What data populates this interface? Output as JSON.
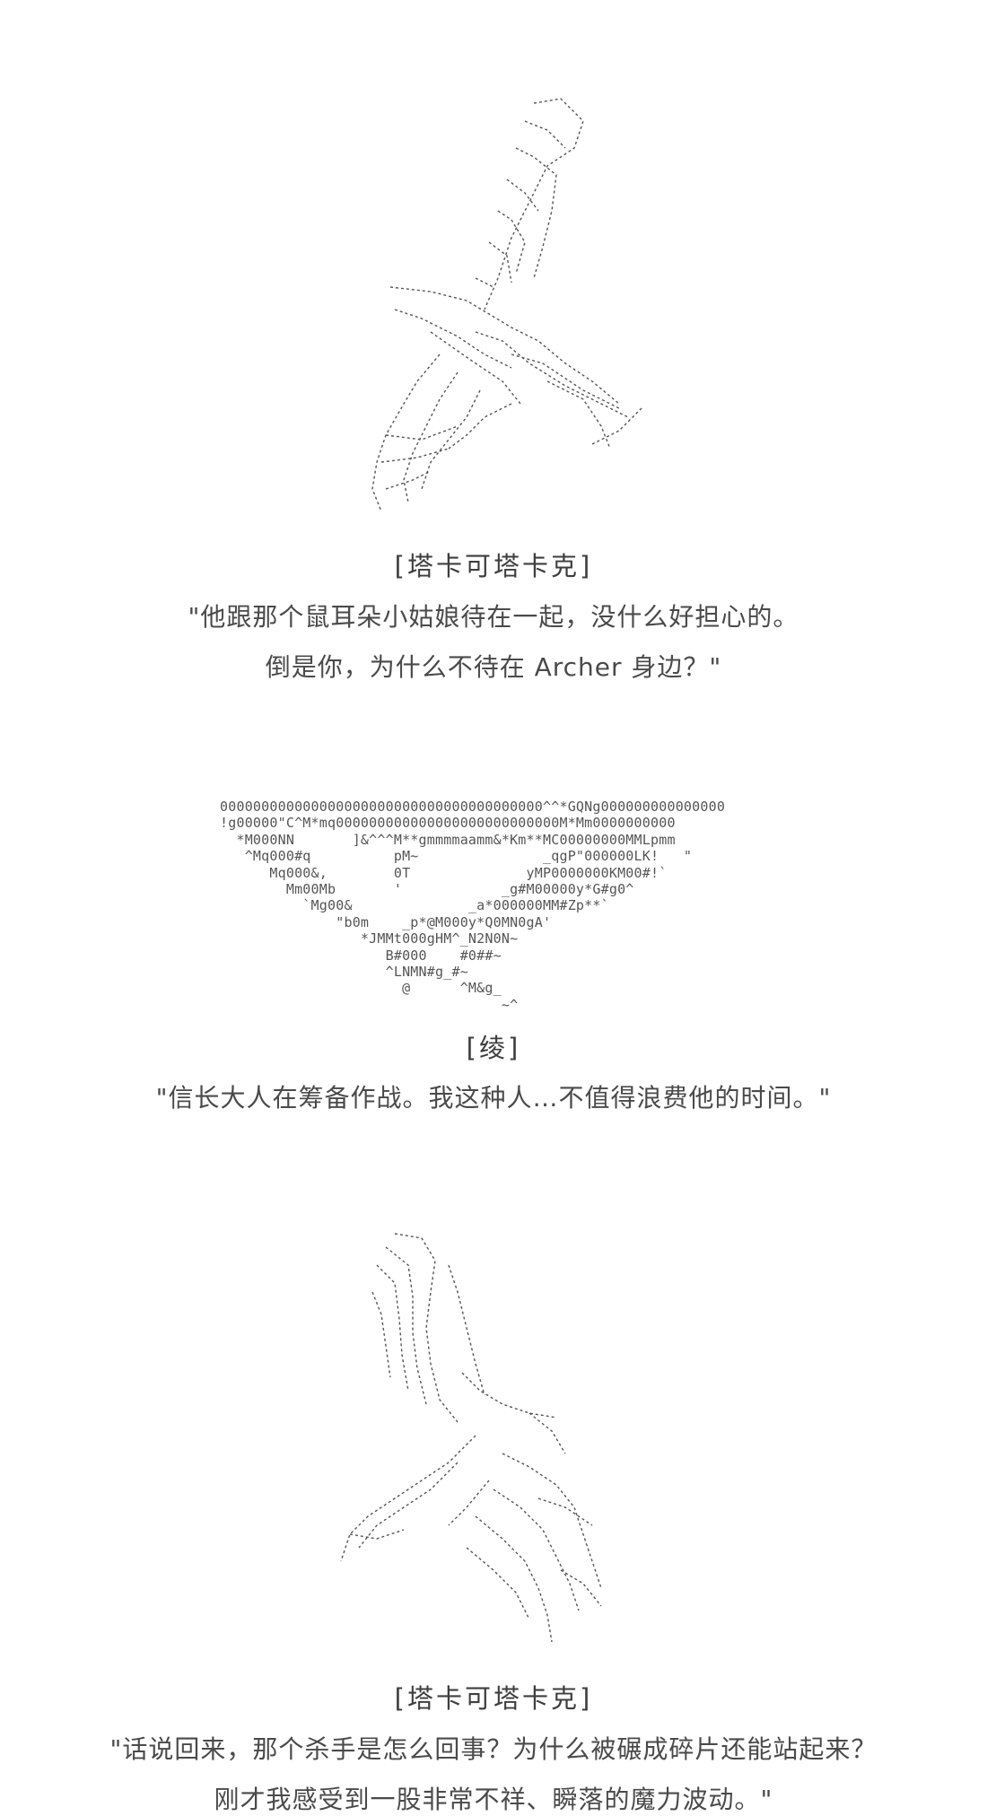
{
  "section1": {
    "speaker": "[塔卡可塔卡克]",
    "line1": "\"他跟那个鼠耳朵小姑娘待在一起，没什么好担心的。",
    "line2": "倒是你，为什么不待在 Archer 身边？\""
  },
  "section2": {
    "ascii_lines": [
      "000000000000000000000000000000000000000^^*GQNg000000000000000",
      "!g00000\"C^M*mq000000000000000000000000000M*Mm0000000000",
      "  *M000NN       ]&^^^M**gmmmmaamm&*Km**MC00000000MMLpmm",
      "   ^Mq000#q          pM~               _qgP\"000000LK!   \"",
      "      Mq000&,        0T              yMP0000000KM00#!`",
      "        Mm00Mb       '            _g#M00000y*G#g0^",
      "          `Mg00&              _a*000000MM#Zp**`",
      "              \"b0m    _p*@M000y*Q0MN0gA'",
      "                 *JMMt000gHM^_N2N0N~",
      "                    B#000    #0##~",
      "                    ^LNMN#g_#~",
      "                      @      ^M&g_",
      "                                  ~^"
    ],
    "speaker": "[绫]",
    "line1": "\"信长大人在筹备作战。我这种人…不值得浪费他的时间。\""
  },
  "section3": {
    "speaker": "[塔卡可塔卡克]",
    "line1": "\"话说回来，那个杀手是怎么回事？为什么被碾成碎片还能站起来？",
    "line2": "刚才我感受到一股非常不祥、瞬落的魔力波动。\""
  }
}
